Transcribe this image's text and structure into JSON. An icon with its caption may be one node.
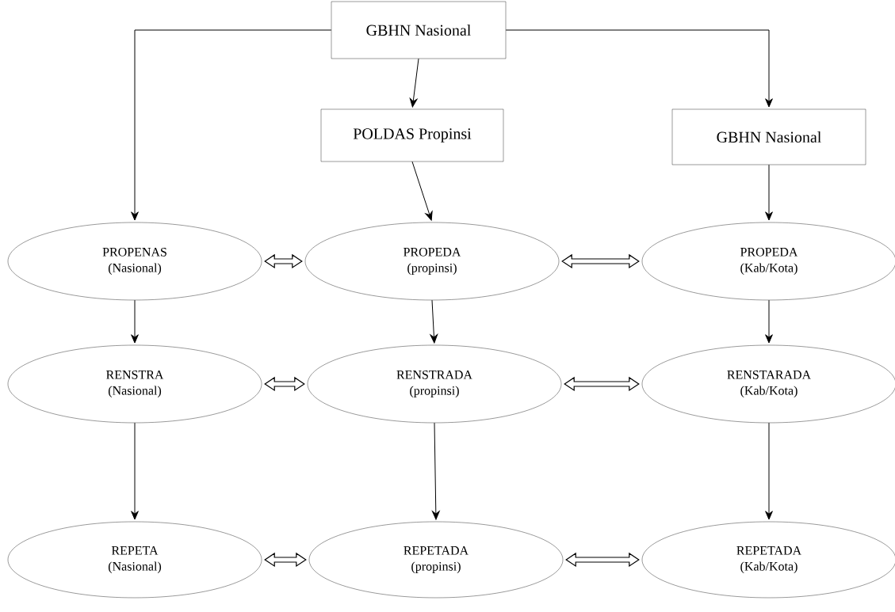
{
  "diagram": {
    "nodes": [
      {
        "text": [
          "GBHN Nasional"
        ]
      },
      {
        "text": [
          "POLDAS Propinsi"
        ]
      },
      {
        "text": [
          "GBHN Nasional"
        ]
      },
      {
        "text": [
          "PROPENAS (Nasional)"
        ]
      },
      {
        "text": [
          "PROPEDA (propinsi)"
        ]
      },
      {
        "text": [
          "PROPEDA (Kab/Kota)"
        ]
      },
      {
        "text": [
          "RENSTRA (Nasional)"
        ]
      },
      {
        "text": [
          "RENSTRADA (propinsi)"
        ]
      },
      {
        "text": [
          "RENSTARADA (Kab/Kota)"
        ]
      },
      {
        "text": [
          "REPETA (Nasional)"
        ]
      },
      {
        "text": [
          "REPETADA (propinsi)"
        ]
      },
      {
        "text": [
          "REPETADA (Kab/Kota)"
        ]
      }
    ],
    "edges": [
      {
        "from": 0,
        "to": 3,
        "arrow": "to"
      },
      {
        "from": 0,
        "to": 1,
        "arrow": "to"
      },
      {
        "from": 0,
        "to": 2,
        "arrow": "to"
      },
      {
        "from": 1,
        "to": 4,
        "arrow": "to"
      },
      {
        "from": 2,
        "to": 5,
        "arrow": "to"
      },
      {
        "from": 3,
        "to": 6,
        "arrow": "to"
      },
      {
        "from": 4,
        "to": 7,
        "arrow": "to"
      },
      {
        "from": 5,
        "to": 8,
        "arrow": "to"
      },
      {
        "from": 6,
        "to": 9,
        "arrow": "to"
      },
      {
        "from": 7,
        "to": 10,
        "arrow": "to"
      },
      {
        "from": 8,
        "to": 11,
        "arrow": "to"
      },
      {
        "from": 3,
        "to": 4,
        "arrow": "both",
        "style": "thick"
      },
      {
        "from": 4,
        "to": 5,
        "arrow": "both",
        "style": "thick"
      },
      {
        "from": 6,
        "to": 7,
        "arrow": "both",
        "style": "thick"
      },
      {
        "from": 7,
        "to": 8,
        "arrow": "both",
        "style": "thick"
      },
      {
        "from": 9,
        "to": 10,
        "arrow": "both",
        "style": "thick"
      },
      {
        "from": 10,
        "to": 11,
        "arrow": "both",
        "style": "thick"
      }
    ]
  }
}
